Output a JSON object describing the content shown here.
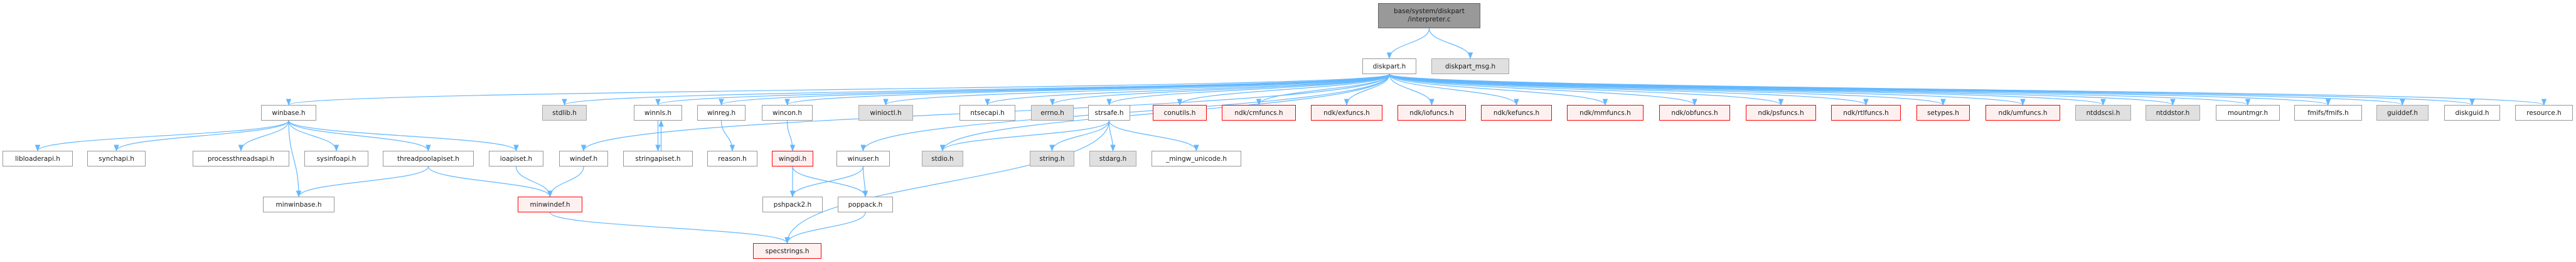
{
  "graph": {
    "root": {
      "id": "root",
      "lines": [
        "base/system/diskpart",
        "/interpreter.c"
      ]
    },
    "colors": {
      "edge": "#63b8ff",
      "truncated_border": "#ff0000",
      "external_fill": "#e0e0e0",
      "root_fill": "#999999"
    },
    "nodes": [
      {
        "id": "diskpart_h",
        "label": "diskpart.h",
        "kind": "normal"
      },
      {
        "id": "diskpart_msg_h",
        "label": "diskpart_msg.h",
        "kind": "external"
      },
      {
        "id": "winbase_h",
        "label": "winbase.h",
        "kind": "normal"
      },
      {
        "id": "stdlib_h",
        "label": "stdlib.h",
        "kind": "external"
      },
      {
        "id": "winnls_h",
        "label": "winnls.h",
        "kind": "normal"
      },
      {
        "id": "winreg_h",
        "label": "winreg.h",
        "kind": "normal"
      },
      {
        "id": "wincon_h",
        "label": "wincon.h",
        "kind": "normal"
      },
      {
        "id": "winioctl_h",
        "label": "winioctl.h",
        "kind": "external"
      },
      {
        "id": "ntsecapi_h",
        "label": "ntsecapi.h",
        "kind": "normal"
      },
      {
        "id": "errno_h",
        "label": "errno.h",
        "kind": "external"
      },
      {
        "id": "strsafe_h",
        "label": "strsafe.h",
        "kind": "normal"
      },
      {
        "id": "conutils_h",
        "label": "conutils.h",
        "kind": "truncated"
      },
      {
        "id": "cmfuncs_h",
        "label": "ndk/cmfuncs.h",
        "kind": "truncated"
      },
      {
        "id": "exfuncs_h",
        "label": "ndk/exfuncs.h",
        "kind": "truncated"
      },
      {
        "id": "iofuncs_h",
        "label": "ndk/iofuncs.h",
        "kind": "truncated"
      },
      {
        "id": "kefuncs_h",
        "label": "ndk/kefuncs.h",
        "kind": "truncated"
      },
      {
        "id": "mmfuncs_h",
        "label": "ndk/mmfuncs.h",
        "kind": "truncated"
      },
      {
        "id": "obfuncs_h",
        "label": "ndk/obfuncs.h",
        "kind": "truncated"
      },
      {
        "id": "psfuncs_h",
        "label": "ndk/psfuncs.h",
        "kind": "truncated"
      },
      {
        "id": "rtlfuncs_h",
        "label": "ndk/rtlfuncs.h",
        "kind": "truncated"
      },
      {
        "id": "setypes_h",
        "label": "setypes.h",
        "kind": "truncated"
      },
      {
        "id": "umfuncs_h",
        "label": "ndk/umfuncs.h",
        "kind": "truncated"
      },
      {
        "id": "ntddscsi_h",
        "label": "ntddscsi.h",
        "kind": "external"
      },
      {
        "id": "ntddstor_h",
        "label": "ntddstor.h",
        "kind": "external"
      },
      {
        "id": "mountmgr_h",
        "label": "mountmgr.h",
        "kind": "normal"
      },
      {
        "id": "fmifs_h",
        "label": "fmifs/fmifs.h",
        "kind": "normal"
      },
      {
        "id": "guiddef_h",
        "label": "guiddef.h",
        "kind": "external"
      },
      {
        "id": "diskguid_h",
        "label": "diskguid.h",
        "kind": "normal"
      },
      {
        "id": "resource_h",
        "label": "resource.h",
        "kind": "normal"
      },
      {
        "id": "libloaderapi_h",
        "label": "libloaderapi.h",
        "kind": "normal"
      },
      {
        "id": "synchapi_h",
        "label": "synchapi.h",
        "kind": "normal"
      },
      {
        "id": "processthreadsapi_h",
        "label": "processthreadsapi.h",
        "kind": "normal"
      },
      {
        "id": "sysinfoapi_h",
        "label": "sysinfoapi.h",
        "kind": "normal"
      },
      {
        "id": "threadpoolapiset_h",
        "label": "threadpoolapiset.h",
        "kind": "normal"
      },
      {
        "id": "ioapiset_h",
        "label": "ioapiset.h",
        "kind": "normal"
      },
      {
        "id": "windef_h",
        "label": "windef.h",
        "kind": "normal"
      },
      {
        "id": "stringapiset_h",
        "label": "stringapiset.h",
        "kind": "normal"
      },
      {
        "id": "reason_h",
        "label": "reason.h",
        "kind": "normal"
      },
      {
        "id": "wingdi_h",
        "label": "wingdi.h",
        "kind": "truncated"
      },
      {
        "id": "winuser_h",
        "label": "winuser.h",
        "kind": "normal"
      },
      {
        "id": "stdio_h",
        "label": "stdio.h",
        "kind": "external"
      },
      {
        "id": "string_h",
        "label": "string.h",
        "kind": "external"
      },
      {
        "id": "stdarg_h",
        "label": "stdarg.h",
        "kind": "external"
      },
      {
        "id": "mingw_unicode_h",
        "label": "_mingw_unicode.h",
        "kind": "normal"
      },
      {
        "id": "minwinbase_h",
        "label": "minwinbase.h",
        "kind": "normal"
      },
      {
        "id": "minwindef_h",
        "label": "minwindef.h",
        "kind": "truncated"
      },
      {
        "id": "pshpack2_h",
        "label": "pshpack2.h",
        "kind": "normal"
      },
      {
        "id": "poppack_h",
        "label": "poppack.h",
        "kind": "normal"
      },
      {
        "id": "specstrings_h",
        "label": "specstrings.h",
        "kind": "truncated"
      }
    ],
    "edges": [
      [
        "root",
        "diskpart_h"
      ],
      [
        "root",
        "diskpart_msg_h"
      ],
      [
        "diskpart_h",
        "winbase_h"
      ],
      [
        "diskpart_h",
        "stdlib_h"
      ],
      [
        "diskpart_h",
        "winnls_h"
      ],
      [
        "diskpart_h",
        "winreg_h"
      ],
      [
        "diskpart_h",
        "wincon_h"
      ],
      [
        "diskpart_h",
        "winioctl_h"
      ],
      [
        "diskpart_h",
        "ntsecapi_h"
      ],
      [
        "diskpart_h",
        "errno_h"
      ],
      [
        "diskpart_h",
        "strsafe_h"
      ],
      [
        "diskpart_h",
        "conutils_h"
      ],
      [
        "diskpart_h",
        "cmfuncs_h"
      ],
      [
        "diskpart_h",
        "exfuncs_h"
      ],
      [
        "diskpart_h",
        "iofuncs_h"
      ],
      [
        "diskpart_h",
        "kefuncs_h"
      ],
      [
        "diskpart_h",
        "mmfuncs_h"
      ],
      [
        "diskpart_h",
        "obfuncs_h"
      ],
      [
        "diskpart_h",
        "psfuncs_h"
      ],
      [
        "diskpart_h",
        "rtlfuncs_h"
      ],
      [
        "diskpart_h",
        "setypes_h"
      ],
      [
        "diskpart_h",
        "umfuncs_h"
      ],
      [
        "diskpart_h",
        "ntddscsi_h"
      ],
      [
        "diskpart_h",
        "ntddstor_h"
      ],
      [
        "diskpart_h",
        "mountmgr_h"
      ],
      [
        "diskpart_h",
        "fmifs_h"
      ],
      [
        "diskpart_h",
        "guiddef_h"
      ],
      [
        "diskpart_h",
        "diskguid_h"
      ],
      [
        "diskpart_h",
        "resource_h"
      ],
      [
        "diskpart_h",
        "windef_h"
      ],
      [
        "diskpart_h",
        "winuser_h"
      ],
      [
        "diskpart_h",
        "stdio_h"
      ],
      [
        "winbase_h",
        "libloaderapi_h"
      ],
      [
        "winbase_h",
        "synchapi_h"
      ],
      [
        "winbase_h",
        "processthreadsapi_h"
      ],
      [
        "winbase_h",
        "sysinfoapi_h"
      ],
      [
        "winbase_h",
        "threadpoolapiset_h"
      ],
      [
        "winbase_h",
        "ioapiset_h"
      ],
      [
        "winbase_h",
        "minwinbase_h"
      ],
      [
        "winnls_h",
        "stringapiset_h"
      ],
      [
        "stringapiset_h",
        "winnls_h"
      ],
      [
        "winreg_h",
        "reason_h"
      ],
      [
        "wincon_h",
        "wingdi_h"
      ],
      [
        "wingdi_h",
        "pshpack2_h"
      ],
      [
        "wingdi_h",
        "poppack_h"
      ],
      [
        "winuser_h",
        "pshpack2_h"
      ],
      [
        "winuser_h",
        "poppack_h"
      ],
      [
        "strsafe_h",
        "stdio_h"
      ],
      [
        "strsafe_h",
        "string_h"
      ],
      [
        "strsafe_h",
        "stdarg_h"
      ],
      [
        "strsafe_h",
        "mingw_unicode_h"
      ],
      [
        "strsafe_h",
        "specstrings_h"
      ],
      [
        "threadpoolapiset_h",
        "minwinbase_h"
      ],
      [
        "threadpoolapiset_h",
        "minwindef_h"
      ],
      [
        "ioapiset_h",
        "minwindef_h"
      ],
      [
        "windef_h",
        "minwindef_h"
      ],
      [
        "minwindef_h",
        "specstrings_h"
      ],
      [
        "poppack_h",
        "specstrings_h"
      ]
    ]
  }
}
